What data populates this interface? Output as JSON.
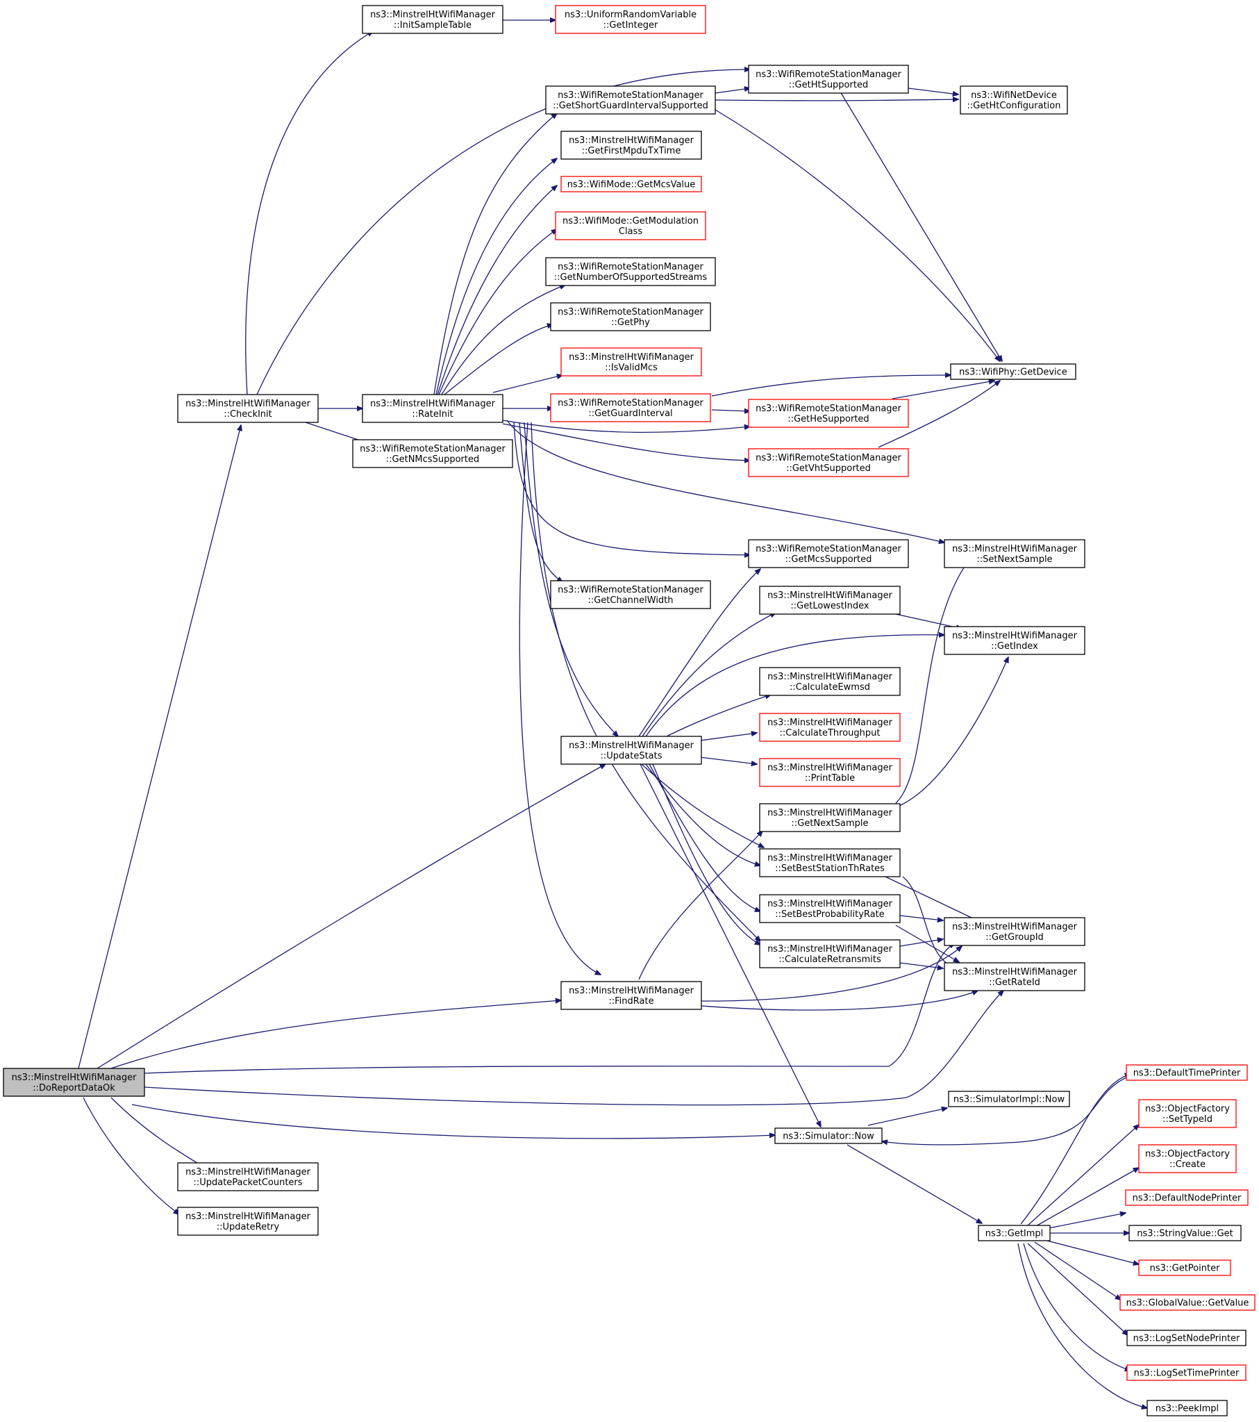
{
  "diagram": {
    "type": "call-graph",
    "edge_color": "#191970",
    "border_colors": {
      "normal": "#000000",
      "incomplete": "#ff0000",
      "root_fill": "#bfbfbf"
    },
    "nodes": [
      {
        "id": "doreport",
        "lines": [
          "ns3::MinstrelHtWifiManager",
          "::DoReportDataOk"
        ],
        "style": "root"
      },
      {
        "id": "checkinit",
        "lines": [
          "ns3::MinstrelHtWifiManager",
          "::CheckInit"
        ],
        "style": "normal"
      },
      {
        "id": "updatepacket",
        "lines": [
          "ns3::MinstrelHtWifiManager",
          "::UpdatePacketCounters"
        ],
        "style": "normal"
      },
      {
        "id": "updateretry",
        "lines": [
          "ns3::MinstrelHtWifiManager",
          "::UpdateRetry"
        ],
        "style": "normal"
      },
      {
        "id": "initsample",
        "lines": [
          "ns3::MinstrelHtWifiManager",
          "::InitSampleTable"
        ],
        "style": "normal"
      },
      {
        "id": "rateinit",
        "lines": [
          "ns3::MinstrelHtWifiManager",
          "::RateInit"
        ],
        "style": "normal"
      },
      {
        "id": "getnmcs",
        "lines": [
          "ns3::WifiRemoteStationManager",
          "::GetNMcsSupported"
        ],
        "style": "normal"
      },
      {
        "id": "getinteger",
        "lines": [
          "ns3::UniformRandomVariable",
          "::GetInteger"
        ],
        "style": "red"
      },
      {
        "id": "getsgi",
        "lines": [
          "ns3::WifiRemoteStationManager",
          "::GetShortGuardIntervalSupported"
        ],
        "style": "normal"
      },
      {
        "id": "getfirstmpdu",
        "lines": [
          "ns3::MinstrelHtWifiManager",
          "::GetFirstMpduTxTime"
        ],
        "style": "normal"
      },
      {
        "id": "getmcsvalue",
        "lines": [
          "ns3::WifiMode::GetMcsValue"
        ],
        "style": "red"
      },
      {
        "id": "getmodclass",
        "lines": [
          "ns3::WifiMode::GetModulation",
          "Class"
        ],
        "style": "red"
      },
      {
        "id": "getnss",
        "lines": [
          "ns3::WifiRemoteStationManager",
          "::GetNumberOfSupportedStreams"
        ],
        "style": "normal"
      },
      {
        "id": "getphy",
        "lines": [
          "ns3::WifiRemoteStationManager",
          "::GetPhy"
        ],
        "style": "normal"
      },
      {
        "id": "isvalidmcs",
        "lines": [
          "ns3::MinstrelHtWifiManager",
          "::IsValidMcs"
        ],
        "style": "red"
      },
      {
        "id": "getgi",
        "lines": [
          "ns3::WifiRemoteStationManager",
          "::GetGuardInterval"
        ],
        "style": "red"
      },
      {
        "id": "getchannelwidth",
        "lines": [
          "ns3::WifiRemoteStationManager",
          "::GetChannelWidth"
        ],
        "style": "normal"
      },
      {
        "id": "updatestats",
        "lines": [
          "ns3::MinstrelHtWifiManager",
          "::UpdateStats"
        ],
        "style": "normal"
      },
      {
        "id": "findrate",
        "lines": [
          "ns3::MinstrelHtWifiManager",
          "::FindRate"
        ],
        "style": "normal"
      },
      {
        "id": "gethtsupported",
        "lines": [
          "ns3::WifiRemoteStationManager",
          "::GetHtSupported"
        ],
        "style": "normal"
      },
      {
        "id": "gethesupported",
        "lines": [
          "ns3::WifiRemoteStationManager",
          "::GetHeSupported"
        ],
        "style": "red"
      },
      {
        "id": "getvhtsupported",
        "lines": [
          "ns3::WifiRemoteStationManager",
          "::GetVhtSupported"
        ],
        "style": "red"
      },
      {
        "id": "getmcssupported",
        "lines": [
          "ns3::WifiRemoteStationManager",
          "::GetMcsSupported"
        ],
        "style": "normal"
      },
      {
        "id": "getlowestindex",
        "lines": [
          "ns3::MinstrelHtWifiManager",
          "::GetLowestIndex"
        ],
        "style": "normal"
      },
      {
        "id": "calcewmsd",
        "lines": [
          "ns3::MinstrelHtWifiManager",
          "::CalculateEwmsd"
        ],
        "style": "normal"
      },
      {
        "id": "calcthroughput",
        "lines": [
          "ns3::MinstrelHtWifiManager",
          "::CalculateThroughput"
        ],
        "style": "red"
      },
      {
        "id": "printtable",
        "lines": [
          "ns3::MinstrelHtWifiManager",
          "::PrintTable"
        ],
        "style": "red"
      },
      {
        "id": "getnextsample",
        "lines": [
          "ns3::MinstrelHtWifiManager",
          "::GetNextSample"
        ],
        "style": "normal"
      },
      {
        "id": "setbeststation",
        "lines": [
          "ns3::MinstrelHtWifiManager",
          "::SetBestStationThRates"
        ],
        "style": "normal"
      },
      {
        "id": "setbestprob",
        "lines": [
          "ns3::MinstrelHtWifiManager",
          "::SetBestProbabilityRate"
        ],
        "style": "normal"
      },
      {
        "id": "calcretransmits",
        "lines": [
          "ns3::MinstrelHtWifiManager",
          "::CalculateRetransmits"
        ],
        "style": "normal"
      },
      {
        "id": "simnow",
        "lines": [
          "ns3::Simulator::Now"
        ],
        "style": "normal"
      },
      {
        "id": "gethtconfig",
        "lines": [
          "ns3::WifiNetDevice",
          "::GetHtConfiguration"
        ],
        "style": "normal"
      },
      {
        "id": "getdevice",
        "lines": [
          "ns3::WifiPhy::GetDevice"
        ],
        "style": "normal"
      },
      {
        "id": "setnextsample",
        "lines": [
          "ns3::MinstrelHtWifiManager",
          "::SetNextSample"
        ],
        "style": "normal"
      },
      {
        "id": "getindex",
        "lines": [
          "ns3::MinstrelHtWifiManager",
          "::GetIndex"
        ],
        "style": "normal"
      },
      {
        "id": "getgroupid",
        "lines": [
          "ns3::MinstrelHtWifiManager",
          "::GetGroupId"
        ],
        "style": "normal"
      },
      {
        "id": "getrateid",
        "lines": [
          "ns3::MinstrelHtWifiManager",
          "::GetRateId"
        ],
        "style": "normal"
      },
      {
        "id": "simimplnow",
        "lines": [
          "ns3::SimulatorImpl::Now"
        ],
        "style": "normal"
      },
      {
        "id": "getimpl",
        "lines": [
          "ns3::GetImpl"
        ],
        "style": "normal"
      },
      {
        "id": "defaulttimeprinter",
        "lines": [
          "ns3::DefaultTimePrinter"
        ],
        "style": "red"
      },
      {
        "id": "objfactorysettypeid",
        "lines": [
          "ns3::ObjectFactory",
          "::SetTypeId"
        ],
        "style": "red"
      },
      {
        "id": "objfactorycreate",
        "lines": [
          "ns3::ObjectFactory",
          "::Create"
        ],
        "style": "red"
      },
      {
        "id": "defaultnodeprinter",
        "lines": [
          "ns3::DefaultNodePrinter"
        ],
        "style": "red"
      },
      {
        "id": "stringvalueget",
        "lines": [
          "ns3::StringValue::Get"
        ],
        "style": "normal"
      },
      {
        "id": "getpointer",
        "lines": [
          "ns3::GetPointer"
        ],
        "style": "red"
      },
      {
        "id": "globalvaluegetvalue",
        "lines": [
          "ns3::GlobalValue::GetValue"
        ],
        "style": "red"
      },
      {
        "id": "logsetnodeprinter",
        "lines": [
          "ns3::LogSetNodePrinter"
        ],
        "style": "normal"
      },
      {
        "id": "logsettimeprinter",
        "lines": [
          "ns3::LogSetTimePrinter"
        ],
        "style": "red"
      },
      {
        "id": "peekimpl",
        "lines": [
          "ns3::PeekImpl"
        ],
        "style": "normal"
      }
    ]
  }
}
